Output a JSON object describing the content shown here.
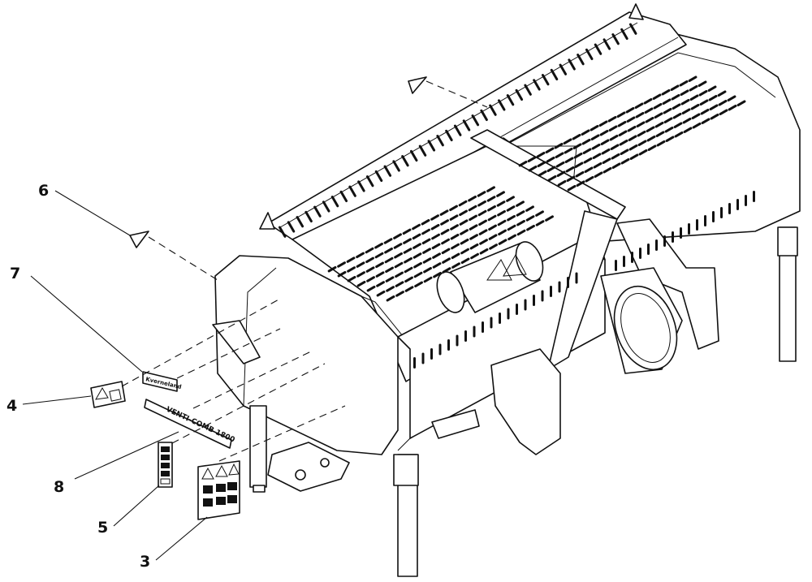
{
  "drawing": {
    "callouts": [
      "6",
      "7",
      "4",
      "8",
      "5",
      "3"
    ],
    "decal_7_text": "Kverneland",
    "decal_8_text": "VENTI-COMB 1800"
  }
}
